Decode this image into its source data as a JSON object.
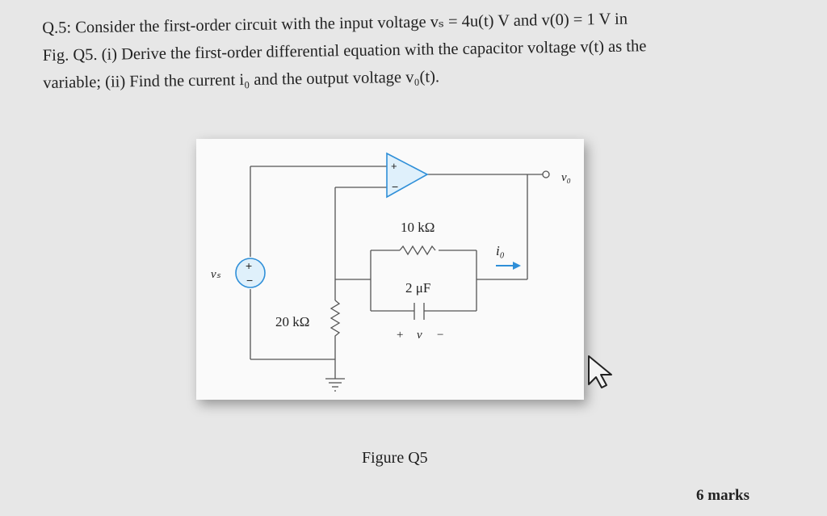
{
  "question": {
    "line1": "Q.5: Consider the first-order circuit with the input voltage vₛ = 4u(t) V and v(0) = 1 V in",
    "line2": "Fig. Q5. (i) Derive the first-order differential equation with the capacitor voltage v(t) as the",
    "line3": "variable; (ii) Find the current i₀ and the output voltage v₀(t)."
  },
  "figure": {
    "resistor_feedback": "10 kΩ",
    "capacitor": "2 μF",
    "resistor_ground": "20 kΩ",
    "source_label": "vₛ",
    "output_label": "v₀",
    "current_label": "i₀",
    "cap_voltage_plus": "+",
    "cap_voltage_label": "v",
    "cap_voltage_minus": "−",
    "opamp_plus": "+",
    "opamp_minus": "−",
    "source_plus": "+",
    "source_minus": "−",
    "accent_color": "#2f8fd8",
    "fill_color": "#dff0fb"
  },
  "caption": "Figure Q5",
  "marks": "6 marks"
}
